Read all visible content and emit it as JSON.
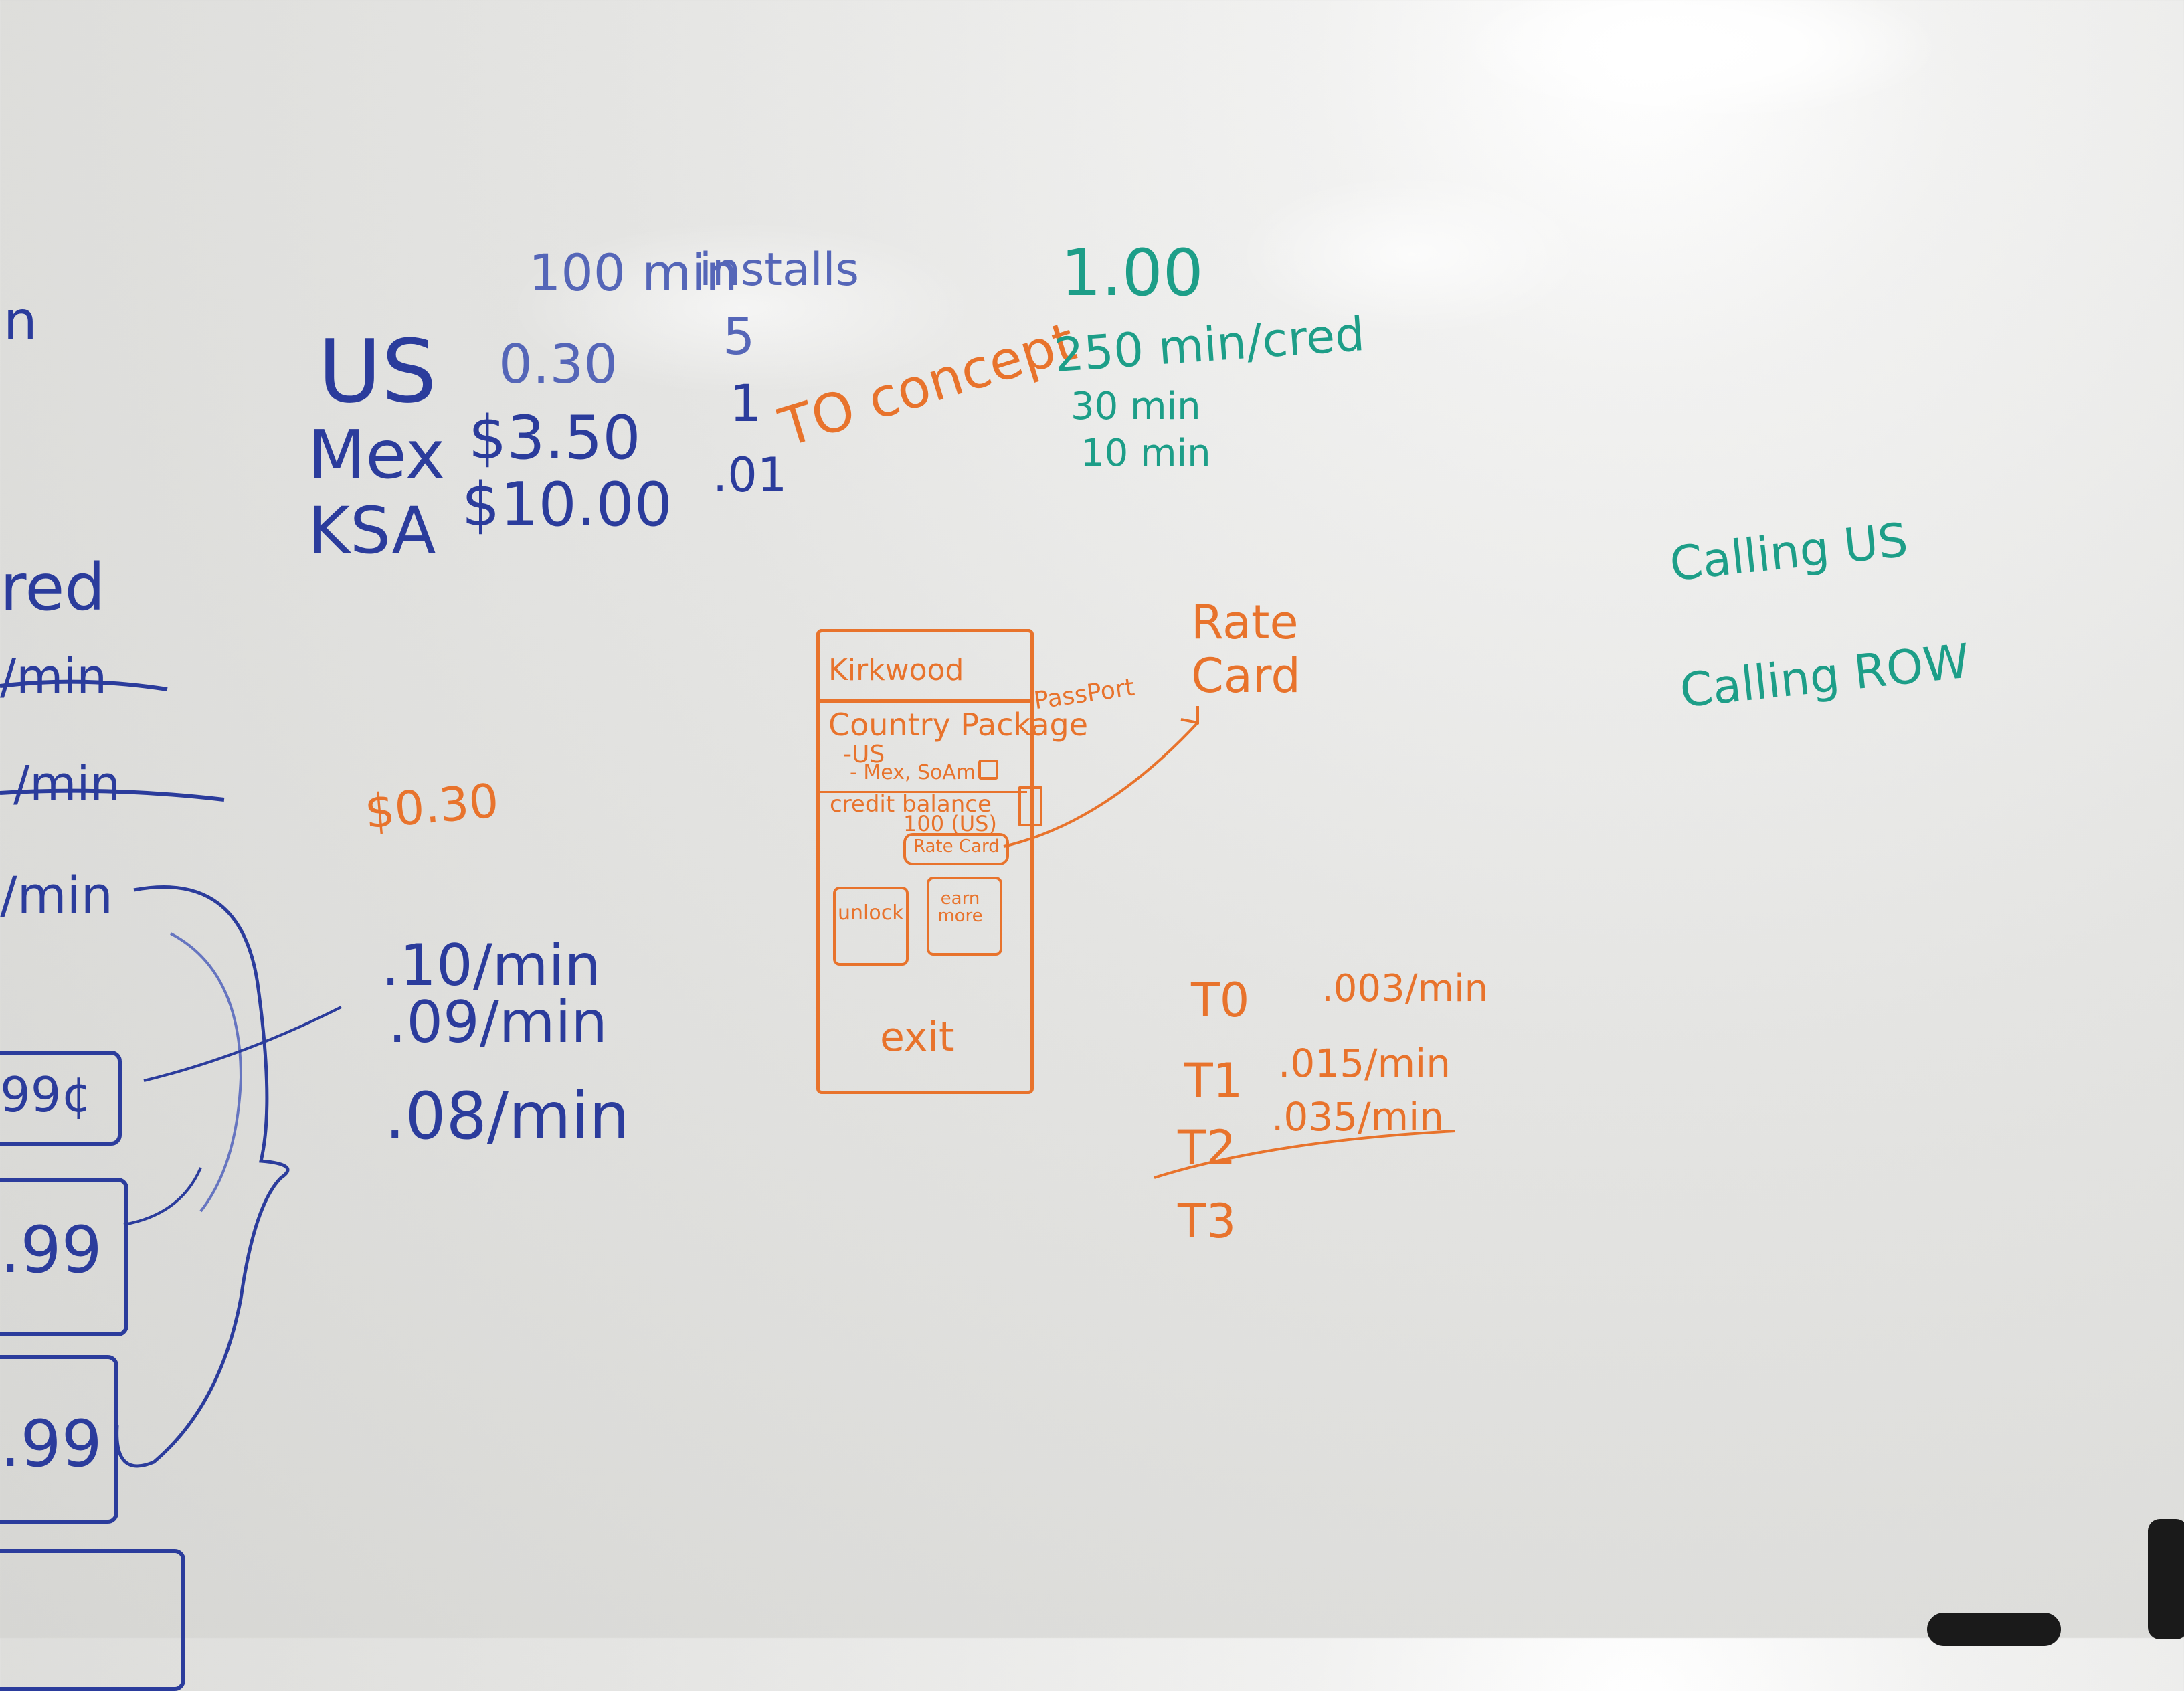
{
  "image": {
    "kind": "whiteboard photo",
    "ink_colors": {
      "blue": "#2b3c9c",
      "orange": "#e8732c",
      "teal": "#1d9e88"
    }
  },
  "left_edge": {
    "fragments": [
      "n",
      "red",
      "/min",
      "/min",
      "/min"
    ],
    "boxes": [
      "99¢",
      ".99",
      ".99"
    ]
  },
  "pricing_table": {
    "headers": [
      "100 min",
      "installs"
    ],
    "rows": [
      {
        "country": "US",
        "price": "0.30",
        "installs": "5"
      },
      {
        "country": "Mex",
        "price": "$3.50",
        "installs": "1"
      },
      {
        "country": "KSA",
        "price": "$10.00",
        "installs": ".01"
      }
    ],
    "note": "TO concept"
  },
  "credits": {
    "lines": [
      "1.00",
      "250 min/cred",
      "30 min",
      "10 min"
    ]
  },
  "orange_price": "$0.30",
  "per_minute": [
    ".10/min",
    ".09/min",
    ".08/min"
  ],
  "calling": [
    "Calling US",
    "Calling ROW"
  ],
  "mockup": {
    "title": "Kirkwood",
    "country_package": "Country Package",
    "side_label": "PassPort",
    "items": [
      "-US",
      "- Mex, SoAm"
    ],
    "credit_balance": "credit balance",
    "balance_value": "100 (US)",
    "rate_card_button": "Rate Card",
    "unlock": "unlock",
    "earn_more": "earn more",
    "exit": "exit"
  },
  "rate_card_label": {
    "line1": "Rate",
    "line2": "Card"
  },
  "tiers": [
    {
      "tier": "T0",
      "rate": ".003/min"
    },
    {
      "tier": "T1",
      "rate": ".015/min"
    },
    {
      "tier": "T2",
      "rate": ".035/min"
    },
    {
      "tier": "T3",
      "rate": ""
    }
  ]
}
